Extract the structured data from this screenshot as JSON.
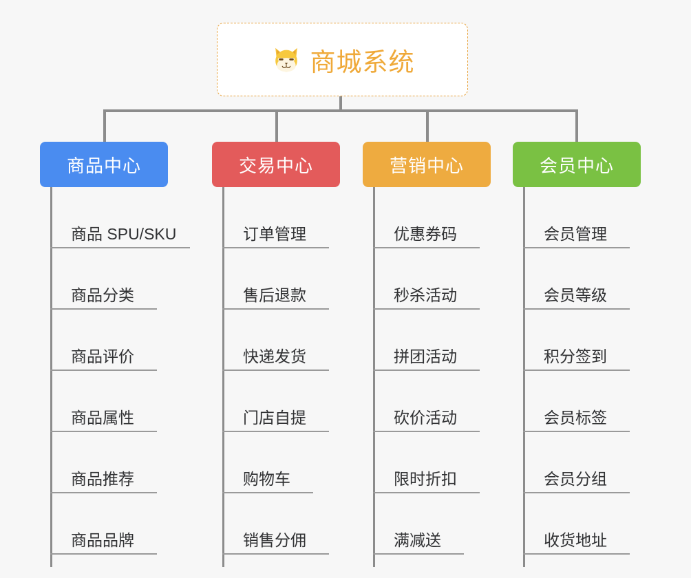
{
  "page": {
    "background_color": "#f7f7f7",
    "title": "商城系统",
    "type": "mindmap"
  },
  "root": {
    "label": "商城系统",
    "icon": "shiba-dog-face-emoji",
    "text_color": "#efa939",
    "border_color": "#e8a33d",
    "background_color": "#ffffff"
  },
  "connector_color": "#8c8c8c",
  "leaf_text_color": "#303133",
  "leaf_underline_color": "#9a9a9a",
  "branches": [
    {
      "label": "商品中心",
      "color": "#4a8cf0",
      "items": [
        {
          "label": "商品 SPU/SKU"
        },
        {
          "label": "商品分类"
        },
        {
          "label": "商品评价"
        },
        {
          "label": "商品属性"
        },
        {
          "label": "商品推荐"
        },
        {
          "label": "商品品牌"
        }
      ]
    },
    {
      "label": "交易中心",
      "color": "#e35b5b",
      "items": [
        {
          "label": "订单管理"
        },
        {
          "label": "售后退款"
        },
        {
          "label": "快递发货"
        },
        {
          "label": "门店自提"
        },
        {
          "label": "购物车"
        },
        {
          "label": "销售分佣"
        }
      ]
    },
    {
      "label": "营销中心",
      "color": "#eeab40",
      "items": [
        {
          "label": "优惠券码"
        },
        {
          "label": "秒杀活动"
        },
        {
          "label": "拼团活动"
        },
        {
          "label": "砍价活动"
        },
        {
          "label": "限时折扣"
        },
        {
          "label": "满减送"
        }
      ]
    },
    {
      "label": "会员中心",
      "color": "#7ac143",
      "items": [
        {
          "label": "会员管理"
        },
        {
          "label": "会员等级"
        },
        {
          "label": "积分签到"
        },
        {
          "label": "会员标签"
        },
        {
          "label": "会员分组"
        },
        {
          "label": "收货地址"
        }
      ]
    }
  ]
}
